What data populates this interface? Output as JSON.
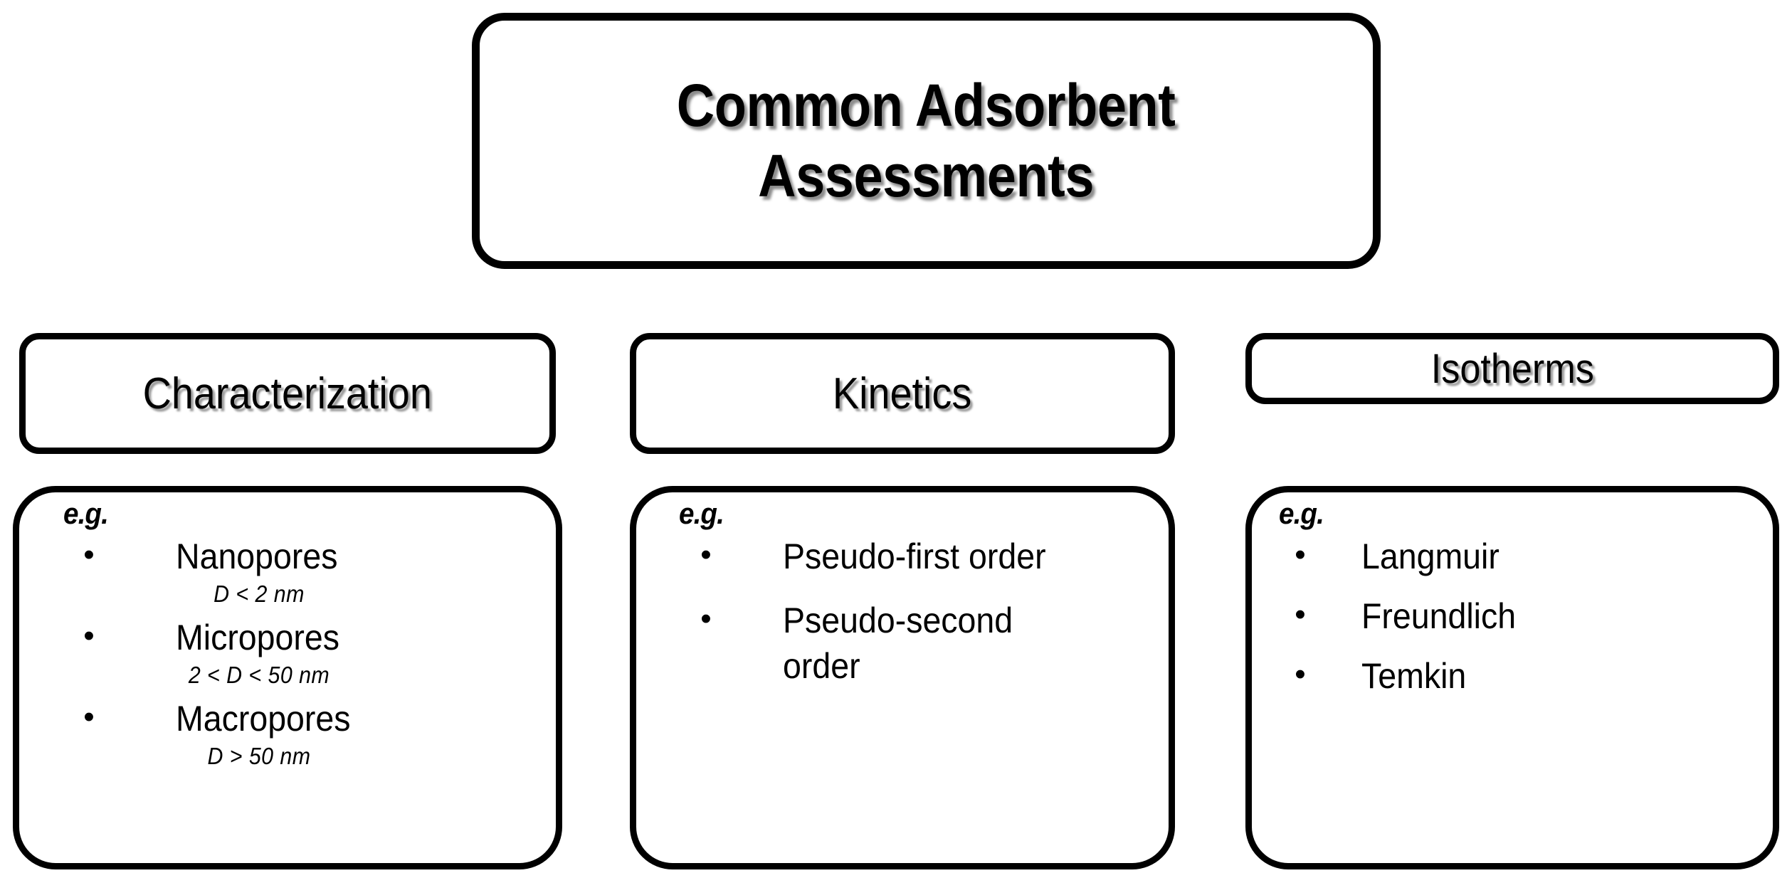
{
  "diagram": {
    "title": "Common Adsorbent\nAssessments",
    "example_label": "e.g.",
    "bullet_glyph": "•",
    "colors": {
      "background": "#ffffff",
      "box_fill": "#ffffff",
      "border": "#000000",
      "text": "#000000",
      "shadow": "#808080"
    },
    "columns": [
      {
        "header": "Characterization",
        "example_label": "e.g.",
        "items": [
          {
            "label": "Nanopores",
            "detail": "D < 2 nm"
          },
          {
            "label": "Micropores",
            "detail": "2 < D < 50 nm"
          },
          {
            "label": "Macropores",
            "detail": "D > 50 nm"
          }
        ]
      },
      {
        "header": "Kinetics",
        "example_label": "e.g.",
        "items": [
          {
            "label": "Pseudo-first order",
            "detail": ""
          },
          {
            "label": "Pseudo-second order",
            "detail": ""
          }
        ]
      },
      {
        "header": "Isotherms",
        "example_label": "e.g.",
        "items": [
          {
            "label": "Langmuir",
            "detail": ""
          },
          {
            "label": "Freundlich",
            "detail": ""
          },
          {
            "label": "Temkin",
            "detail": ""
          }
        ]
      }
    ]
  }
}
